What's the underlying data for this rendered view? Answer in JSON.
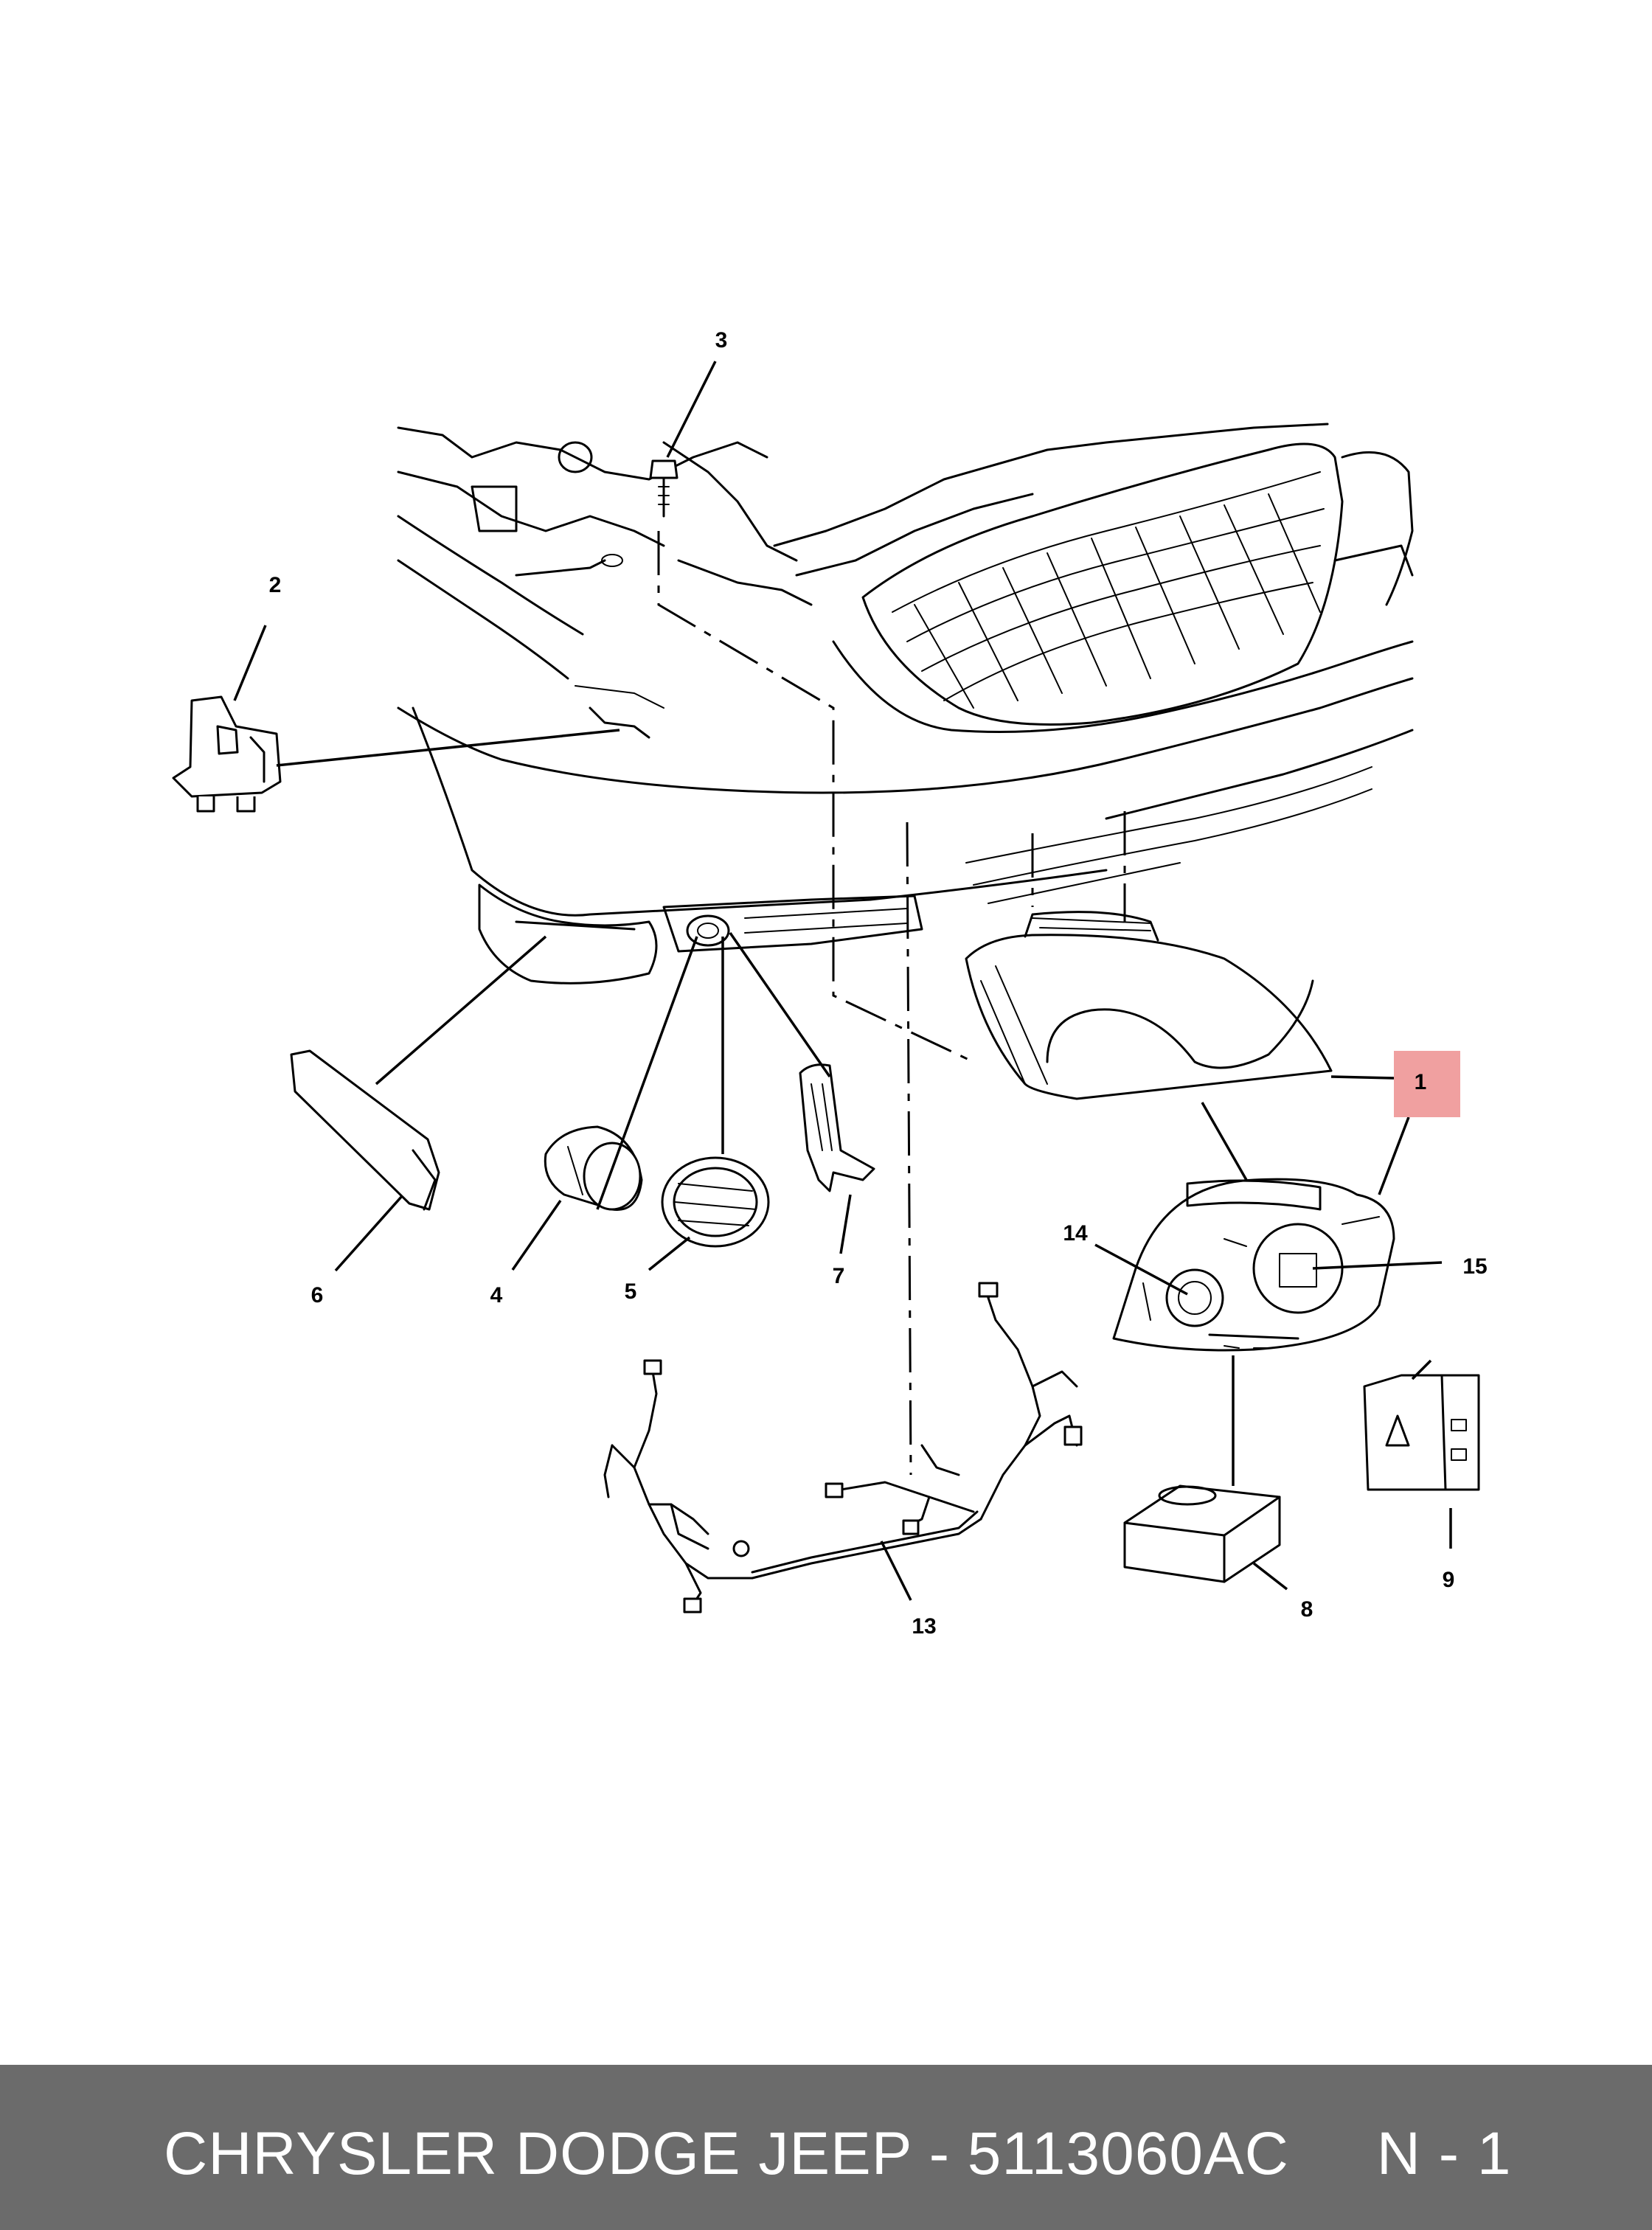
{
  "highlight_color": "#f0a0a0",
  "footer_background": "#6b6b6b",
  "callouts": [
    "1",
    "2",
    "3",
    "4",
    "5",
    "6",
    "7",
    "8",
    "9",
    "13",
    "14",
    "15"
  ],
  "footer": {
    "text": "CHRYSLER DODGE JEEP - 5113060AC     N - 1"
  }
}
